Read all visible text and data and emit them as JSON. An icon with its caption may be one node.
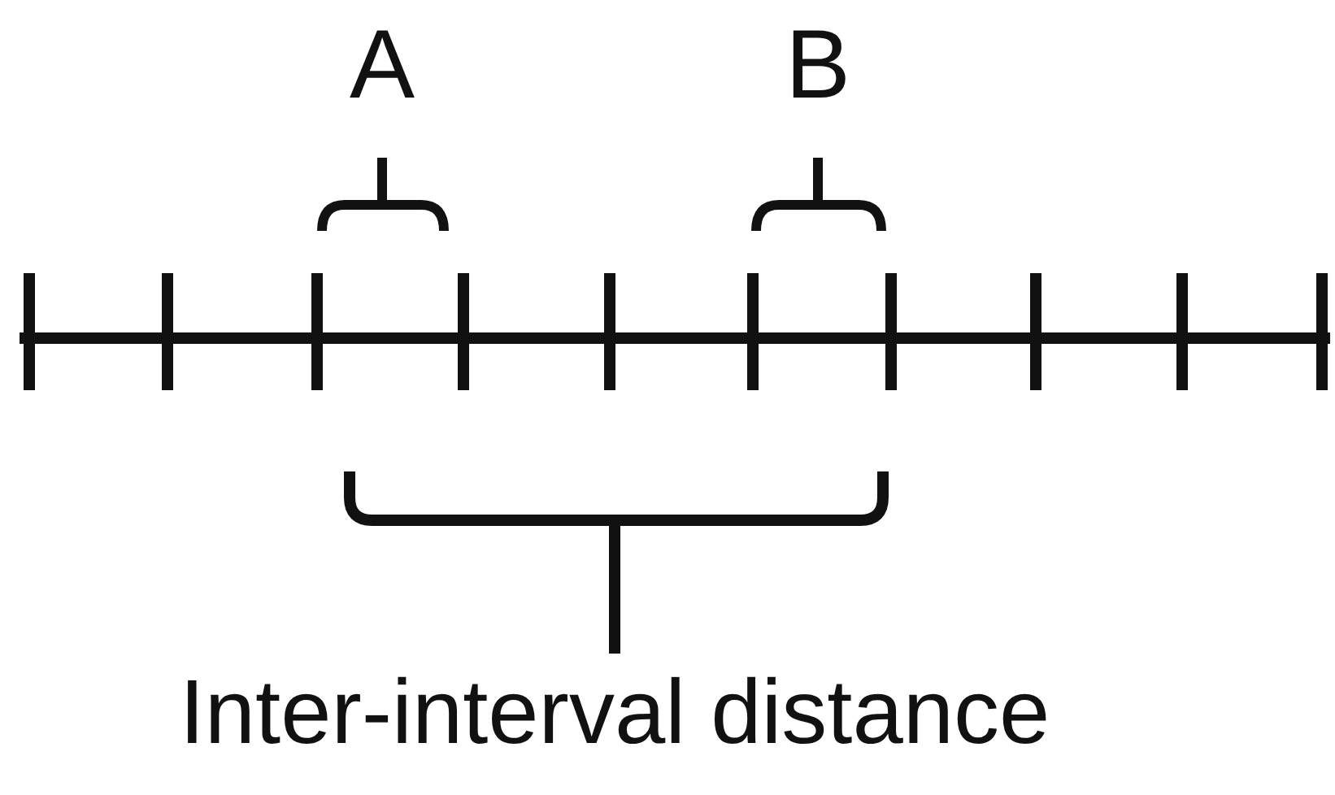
{
  "diagram": {
    "labels": [
      "A",
      "B",
      "Inter-interval distance"
    ]
  }
}
